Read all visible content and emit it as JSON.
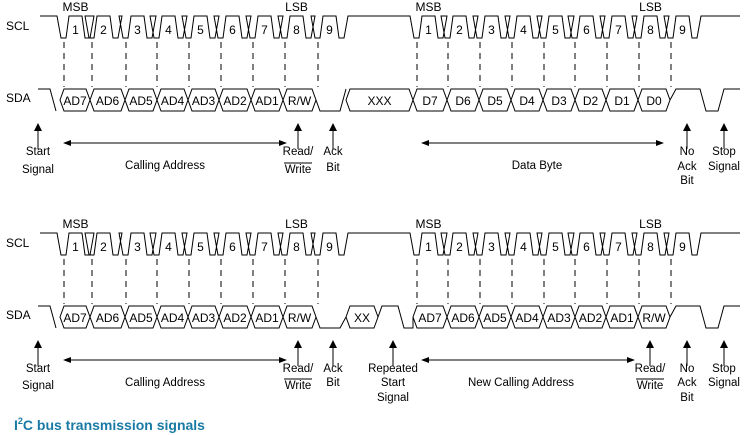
{
  "diagram": {
    "caption": {
      "prefix": "I",
      "sup": "2",
      "rest": "C bus transmission signals"
    },
    "accent_color": "#1a7aa5",
    "panels": [
      {
        "scl_label": "SCL",
        "sda_label": "SDA",
        "msb_labels": [
          "MSB",
          "MSB"
        ],
        "lsb_labels": [
          "LSB",
          "LSB"
        ],
        "clock_numbers": [
          "1",
          "2",
          "3",
          "4",
          "5",
          "6",
          "7",
          "8",
          "9",
          "1",
          "2",
          "3",
          "4",
          "5",
          "6",
          "7",
          "8",
          "9"
        ],
        "sda_bits": [
          "AD7",
          "AD6",
          "AD5",
          "AD4",
          "AD3",
          "AD2",
          "AD1",
          "R/W",
          "XXX",
          "D7",
          "D6",
          "D5",
          "D4",
          "D3",
          "D2",
          "D1",
          "D0"
        ],
        "marker_labels": [
          [
            "Start",
            "Signal"
          ],
          [
            "Read/",
            "Write"
          ],
          [
            "Ack",
            "Bit"
          ],
          [
            "No",
            "Ack",
            "Bit"
          ],
          [
            "Stop",
            "Signal"
          ]
        ],
        "span_labels": [
          "Calling Address",
          "Data Byte"
        ]
      },
      {
        "scl_label": "SCL",
        "sda_label": "SDA",
        "msb_labels": [
          "MSB",
          "MSB"
        ],
        "lsb_labels": [
          "LSB",
          "LSB"
        ],
        "clock_numbers": [
          "1",
          "2",
          "3",
          "4",
          "5",
          "6",
          "7",
          "8",
          "9",
          "1",
          "2",
          "3",
          "4",
          "5",
          "6",
          "7",
          "8",
          "9"
        ],
        "sda_bits": [
          "AD7",
          "AD6",
          "AD5",
          "AD4",
          "AD3",
          "AD2",
          "AD1",
          "R/W",
          "XX",
          "AD7",
          "AD6",
          "AD5",
          "AD4",
          "AD3",
          "AD2",
          "AD1",
          "R/W"
        ],
        "marker_labels": [
          [
            "Start",
            "Signal"
          ],
          [
            "Read/",
            "Write"
          ],
          [
            "Ack",
            "Bit"
          ],
          [
            "Repeated",
            "Start",
            "Signal"
          ],
          [
            "Read/",
            "Write"
          ],
          [
            "No",
            "Ack",
            "Bit"
          ],
          [
            "Stop",
            "Signal"
          ]
        ],
        "span_labels": [
          "Calling Address",
          "New Calling Address"
        ]
      }
    ]
  }
}
